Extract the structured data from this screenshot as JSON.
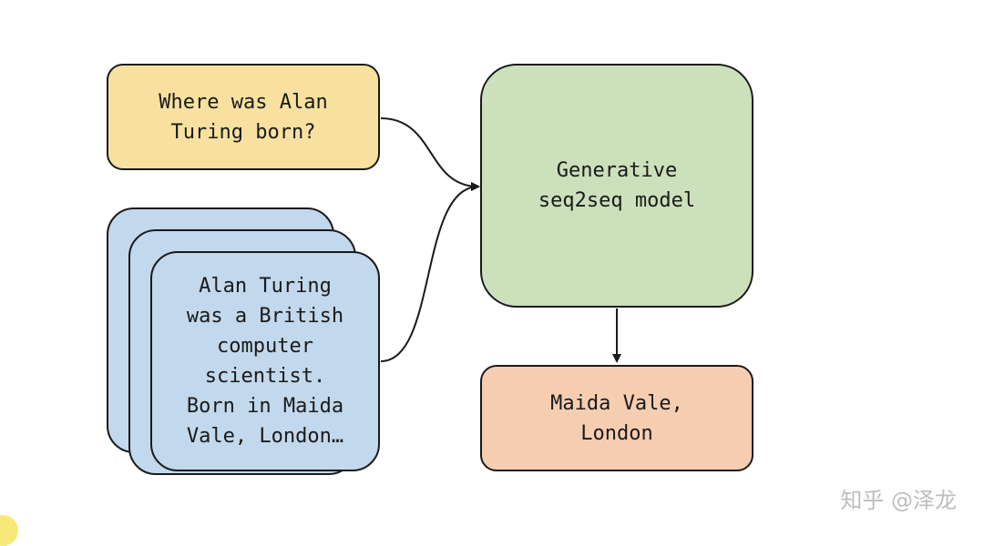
{
  "diagram": {
    "question": {
      "lines": [
        "Where was Alan",
        "Turing born?"
      ]
    },
    "document": {
      "lines": [
        "Alan Turing",
        "was a British",
        "computer",
        "scientist.",
        "Born in Maida",
        "Vale, London…"
      ]
    },
    "model": {
      "lines": [
        "Generative",
        "seq2seq model"
      ]
    },
    "answer": {
      "lines": [
        "Maida Vale,",
        "London"
      ]
    },
    "colors": {
      "question": "#f8e1a0",
      "document": "#c2d8ec",
      "model": "#cce0bb",
      "answer": "#f5ceb2",
      "stroke": "#1a1a1a"
    }
  },
  "watermark": {
    "text": "知乎 @泽龙"
  }
}
